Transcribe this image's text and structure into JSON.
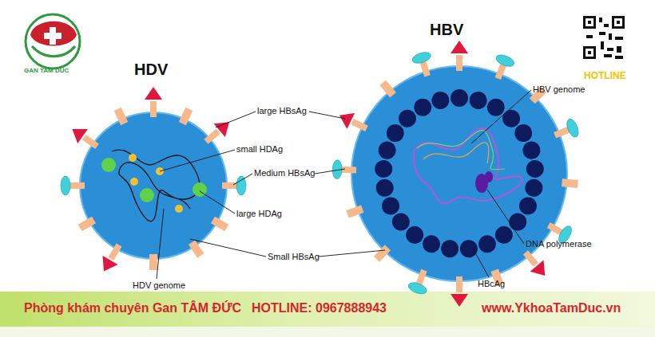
{
  "diagram": {
    "nodes": [
      {
        "text": [
          "HDV"
        ]
      },
      {
        "text": [
          "HBV"
        ]
      },
      {
        "text": [
          "Phòng khám chuyên Gan TÂM ĐỨC",
          "HOTLINE: 0967888943",
          "www.YkhoaTamDuc.vn"
        ]
      }
    ],
    "labels": [
      "GAN TAM DUC",
      "HOTLINE",
      "large HBsAg",
      "small HDAg",
      "Medium HBsAg",
      "large HDAg",
      "HDV genome",
      "Small HBsAg",
      "HBV genome",
      "DNA polymerase",
      "HBcAg"
    ]
  }
}
